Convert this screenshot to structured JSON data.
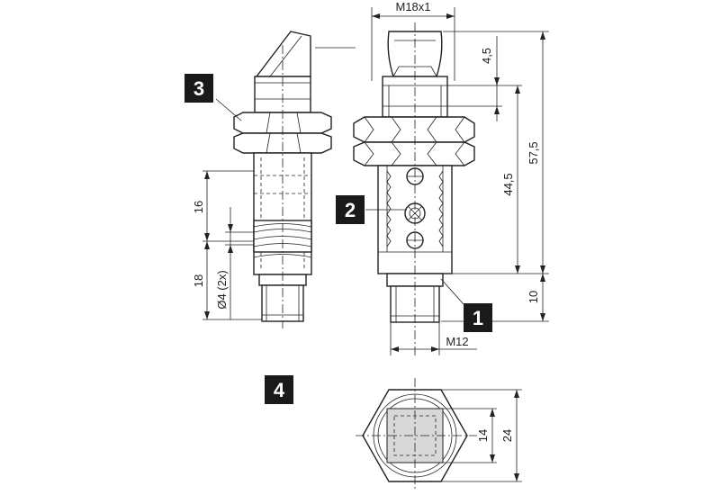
{
  "dimensions": {
    "thread_main": "M18x1",
    "face_depth": "4,5",
    "total_length": "57,5",
    "body_length": "44,5",
    "connector_length": "10",
    "connector_thread": "M12",
    "lower_section": "18",
    "upper_section": "16",
    "led_diameter": "Ø4 (2x)",
    "face_width": "14",
    "hex_width": "24"
  },
  "callouts": {
    "c1": "1",
    "c2": "2",
    "c3": "3",
    "c4": "4"
  }
}
